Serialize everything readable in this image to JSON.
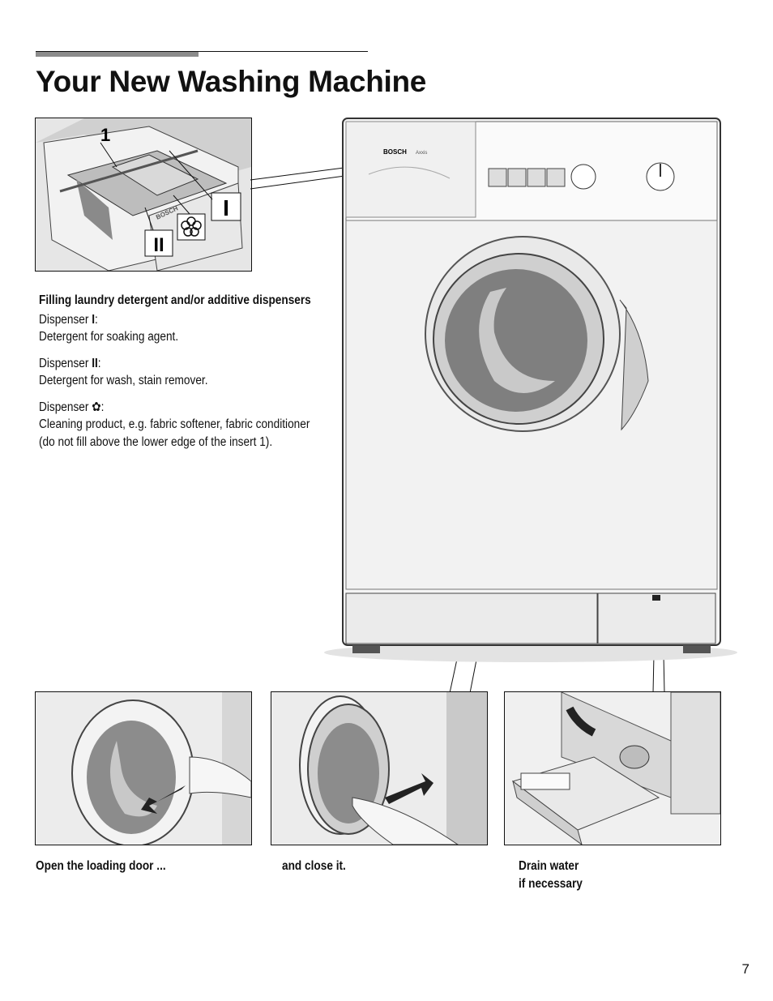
{
  "page": {
    "title": "Your New Washing Machine",
    "page_number": "7"
  },
  "dispenser_figure": {
    "insert_number": "1",
    "label_I": "I",
    "label_II": "II",
    "brand": "BOSCH"
  },
  "machine_figure": {
    "brand": "BOSCH",
    "model": "Axxis"
  },
  "description": {
    "heading": "Filling laundry detergent and/or additive dispensers",
    "items": [
      {
        "prefix": "Dispenser ",
        "mark": "I",
        "suffix": ":",
        "text": "Detergent for soaking agent."
      },
      {
        "prefix": "Dispenser ",
        "mark": "II",
        "suffix": ":",
        "text": "Detergent for wash, stain remover."
      },
      {
        "prefix": "Dispenser ",
        "mark": "✿",
        "suffix": ":",
        "text": "Cleaning product, e.g. fabric softener, fabric conditioner (do not fill above the lower edge of the insert 1)."
      }
    ]
  },
  "captions": {
    "open_door": "Open the loading door ...",
    "close_door": "and close it.",
    "drain_line1": "Drain water",
    "drain_line2": "if necessary"
  }
}
